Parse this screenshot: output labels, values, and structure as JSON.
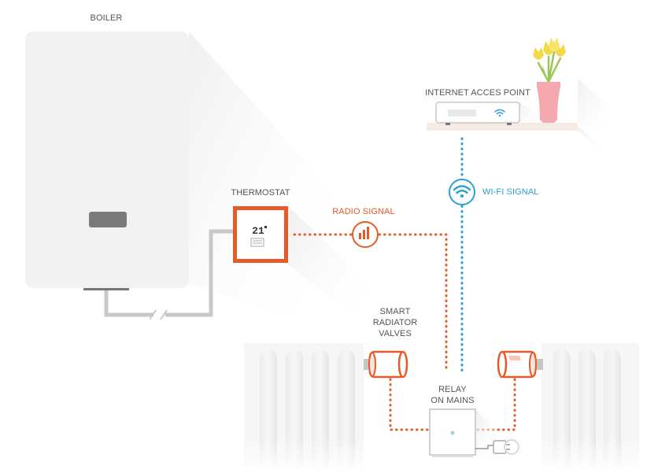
{
  "labels": {
    "boiler": "BOILER",
    "thermostat": "THERMOSTAT",
    "radio_signal": "RADIO SIGNAL",
    "internet_access_point": "INTERNET ACCES POINT",
    "wifi_signal": "WI-FI SIGNAL",
    "smart_radiator_valves": [
      "SMART",
      "RADIATOR",
      "VALVES"
    ],
    "relay_on_mains": [
      "RELAY",
      "ON MAINS"
    ]
  },
  "thermostat_display": "21",
  "colors": {
    "radio": "#e65a28",
    "wifi": "#2b9fd8",
    "wire": "#c8c8c8",
    "boiler": "#f2f2f2"
  }
}
